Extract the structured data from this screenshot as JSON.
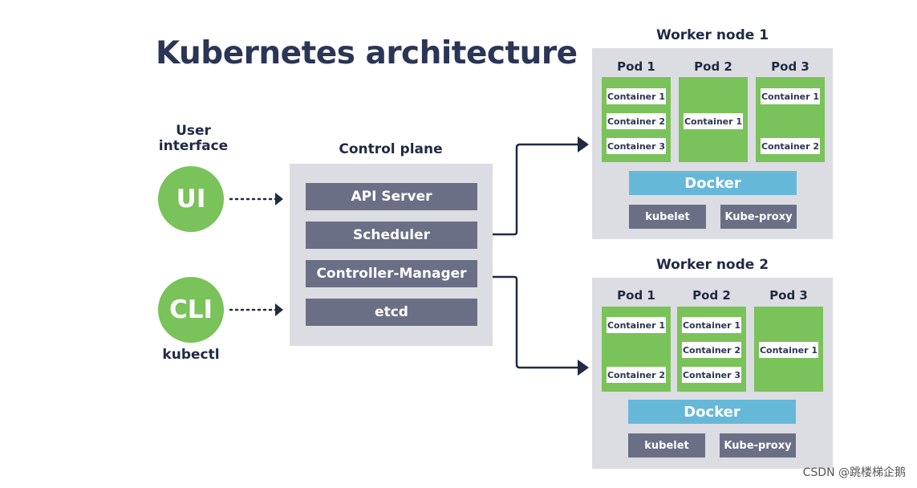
{
  "title": "Kubernetes architecture",
  "user_interface_label_line1": "User",
  "user_interface_label_line2": "interface",
  "ui_circle": "UI",
  "cli_circle": "CLI",
  "cli_caption": "kubectl",
  "control_plane": {
    "label": "Control plane",
    "components": [
      "API Server",
      "Scheduler",
      "Controller-Manager",
      "etcd"
    ]
  },
  "worker_nodes": [
    {
      "label": "Worker node 1",
      "pods": [
        {
          "label": "Pod 1",
          "containers": [
            "Container 1",
            "Container 2",
            "Container 3"
          ]
        },
        {
          "label": "Pod 2",
          "containers": [
            "Container 1"
          ]
        },
        {
          "label": "Pod 3",
          "containers": [
            "Container 1",
            "Container 2"
          ]
        }
      ],
      "runtime": "Docker",
      "kubelet": "kubelet",
      "proxy": "Kube-proxy"
    },
    {
      "label": "Worker node 2",
      "pods": [
        {
          "label": "Pod 1",
          "containers": [
            "Container 1",
            "Container 2"
          ]
        },
        {
          "label": "Pod 2",
          "containers": [
            "Container 1",
            "Container 2",
            "Container 3"
          ]
        },
        {
          "label": "Pod 3",
          "containers": [
            "Container 1"
          ]
        }
      ],
      "runtime": "Docker",
      "kubelet": "kubelet",
      "proxy": "Kube-proxy"
    }
  ],
  "watermark": "CSDN @跳楼梯企鹅",
  "colors": {
    "title": "#2b3556",
    "pod_green": "#7ac25a",
    "panel_gray": "#dcdde2",
    "component_slate": "#6b6f86",
    "docker_blue": "#66b8d9",
    "arrow_navy": "#1f2a44"
  }
}
